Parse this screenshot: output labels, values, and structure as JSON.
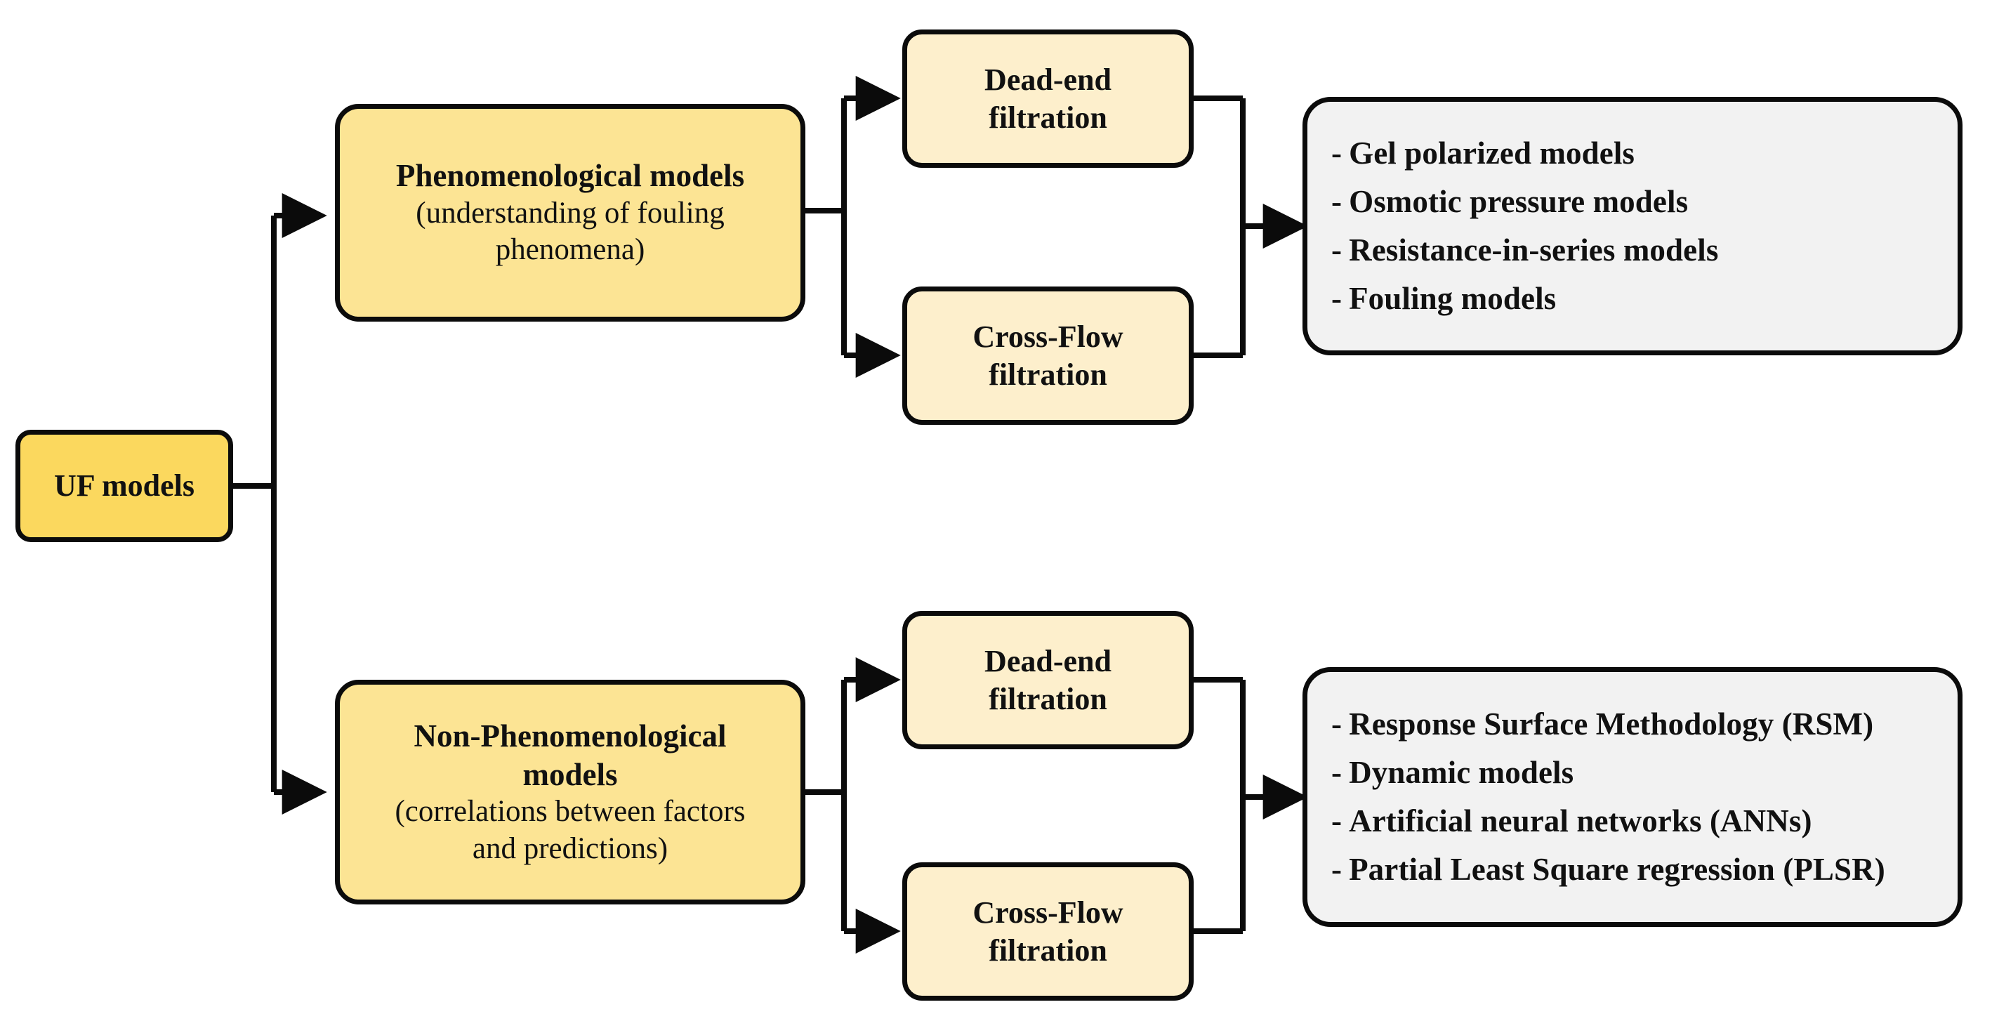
{
  "diagram": {
    "title": "UF models classification flowchart",
    "colors": {
      "root_fill": "#FBD85E",
      "category_fill": "#FCE494",
      "filtration_fill": "#FDEFCC",
      "outcome_fill": "#F2F2F2",
      "stroke": "#0B0B0B",
      "background": "#FFFFFF"
    }
  },
  "root": {
    "label": "UF models"
  },
  "branches": [
    {
      "id": "phenomenological",
      "title": "Phenomenological models",
      "subtitle_line1": "(understanding of fouling",
      "subtitle_line2": "phenomena)",
      "filtration": [
        {
          "line1": "Dead-end",
          "line2": "filtration"
        },
        {
          "line1": "Cross-Flow",
          "line2": "filtration"
        }
      ],
      "outcomes": [
        "Gel polarized models",
        "Osmotic pressure models",
        "Resistance-in-series models",
        "Fouling models"
      ]
    },
    {
      "id": "non-phenomenological",
      "title_line1": "Non-Phenomenological",
      "title_line2": "models",
      "subtitle_line1": "(correlations between factors",
      "subtitle_line2": "and predictions)",
      "filtration": [
        {
          "line1": "Dead-end",
          "line2": "filtration"
        },
        {
          "line1": "Cross-Flow",
          "line2": "filtration"
        }
      ],
      "outcomes": [
        "Response Surface Methodology (RSM)",
        "Dynamic models",
        "Artificial neural networks (ANNs)",
        "Partial Least Square regression (PLSR)"
      ]
    }
  ],
  "bullet": "-"
}
